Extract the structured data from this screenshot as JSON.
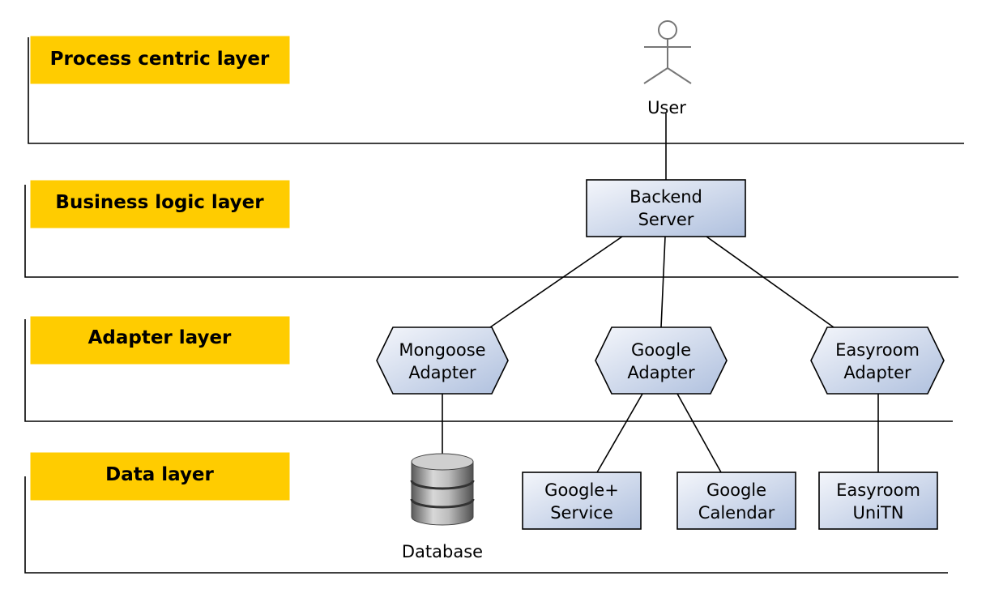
{
  "layers": [
    {
      "label": "Process centric layer"
    },
    {
      "label": "Business logic layer"
    },
    {
      "label": "Adapter layer"
    },
    {
      "label": "Data layer"
    }
  ],
  "actor": {
    "label": "User",
    "icon": "actor-stick-figure-icon"
  },
  "nodes": {
    "backend": {
      "line1": "Backend",
      "line2": "Server"
    },
    "mongoose_adapter": {
      "line1": "Mongoose",
      "line2": "Adapter"
    },
    "google_adapter": {
      "line1": "Google",
      "line2": "Adapter"
    },
    "easyroom_adapter": {
      "line1": "Easyroom",
      "line2": "Adapter"
    },
    "google_plus": {
      "line1": "Google+",
      "line2": "Service"
    },
    "google_calendar": {
      "line1": "Google",
      "line2": "Calendar"
    },
    "easyroom_unitn": {
      "line1": "Easyroom",
      "line2": "UniTN"
    }
  },
  "database": {
    "label": "Database",
    "icon": "database-cylinder-icon"
  },
  "colors": {
    "layer_label_fill": "#ffcc00",
    "node_fill_light": "#f2f5fb",
    "node_fill_dark": "#b4c4e0",
    "line": "#000000"
  }
}
